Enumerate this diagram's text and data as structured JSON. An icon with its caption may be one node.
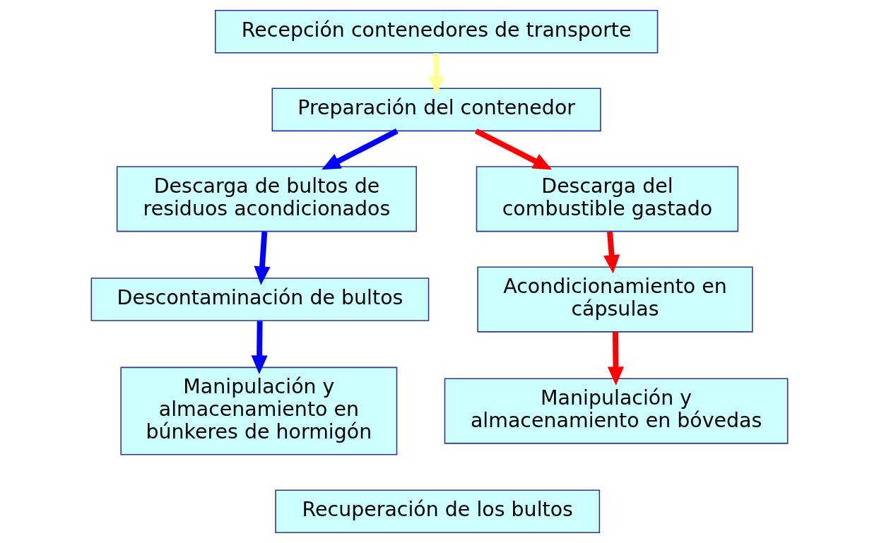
{
  "diagram": {
    "nodes": [
      {
        "text": [
          "Recepción contenedores de transporte"
        ]
      },
      {
        "text": [
          "Preparación del contenedor"
        ]
      },
      {
        "text": [
          "Descarga de bultos de residuos acondicionados"
        ]
      },
      {
        "text": [
          "Descarga del combustible gastado"
        ]
      },
      {
        "text": [
          "Descontaminación de bultos"
        ]
      },
      {
        "text": [
          "Acondicionamiento en cápsulas"
        ]
      },
      {
        "text": [
          "Manipulación y almacenamiento en búnkeres de hormigón"
        ]
      },
      {
        "text": [
          "Manipulación y almacenamiento en bóvedas"
        ]
      },
      {
        "text": [
          "Recuperación de los bultos"
        ]
      }
    ],
    "edges": [
      {
        "from": 0,
        "to": 1,
        "arrow": "to",
        "color": "#ffff99"
      },
      {
        "from": 1,
        "to": 2,
        "arrow": "to",
        "color": "#0000ff"
      },
      {
        "from": 1,
        "to": 3,
        "arrow": "to",
        "color": "#ff0000"
      },
      {
        "from": 2,
        "to": 4,
        "arrow": "to",
        "color": "#0000ff"
      },
      {
        "from": 3,
        "to": 5,
        "arrow": "to",
        "color": "#ff0000"
      },
      {
        "from": 4,
        "to": 6,
        "arrow": "to",
        "color": "#0000ff"
      },
      {
        "from": 5,
        "to": 7,
        "arrow": "to",
        "color": "#ff0000"
      }
    ]
  }
}
